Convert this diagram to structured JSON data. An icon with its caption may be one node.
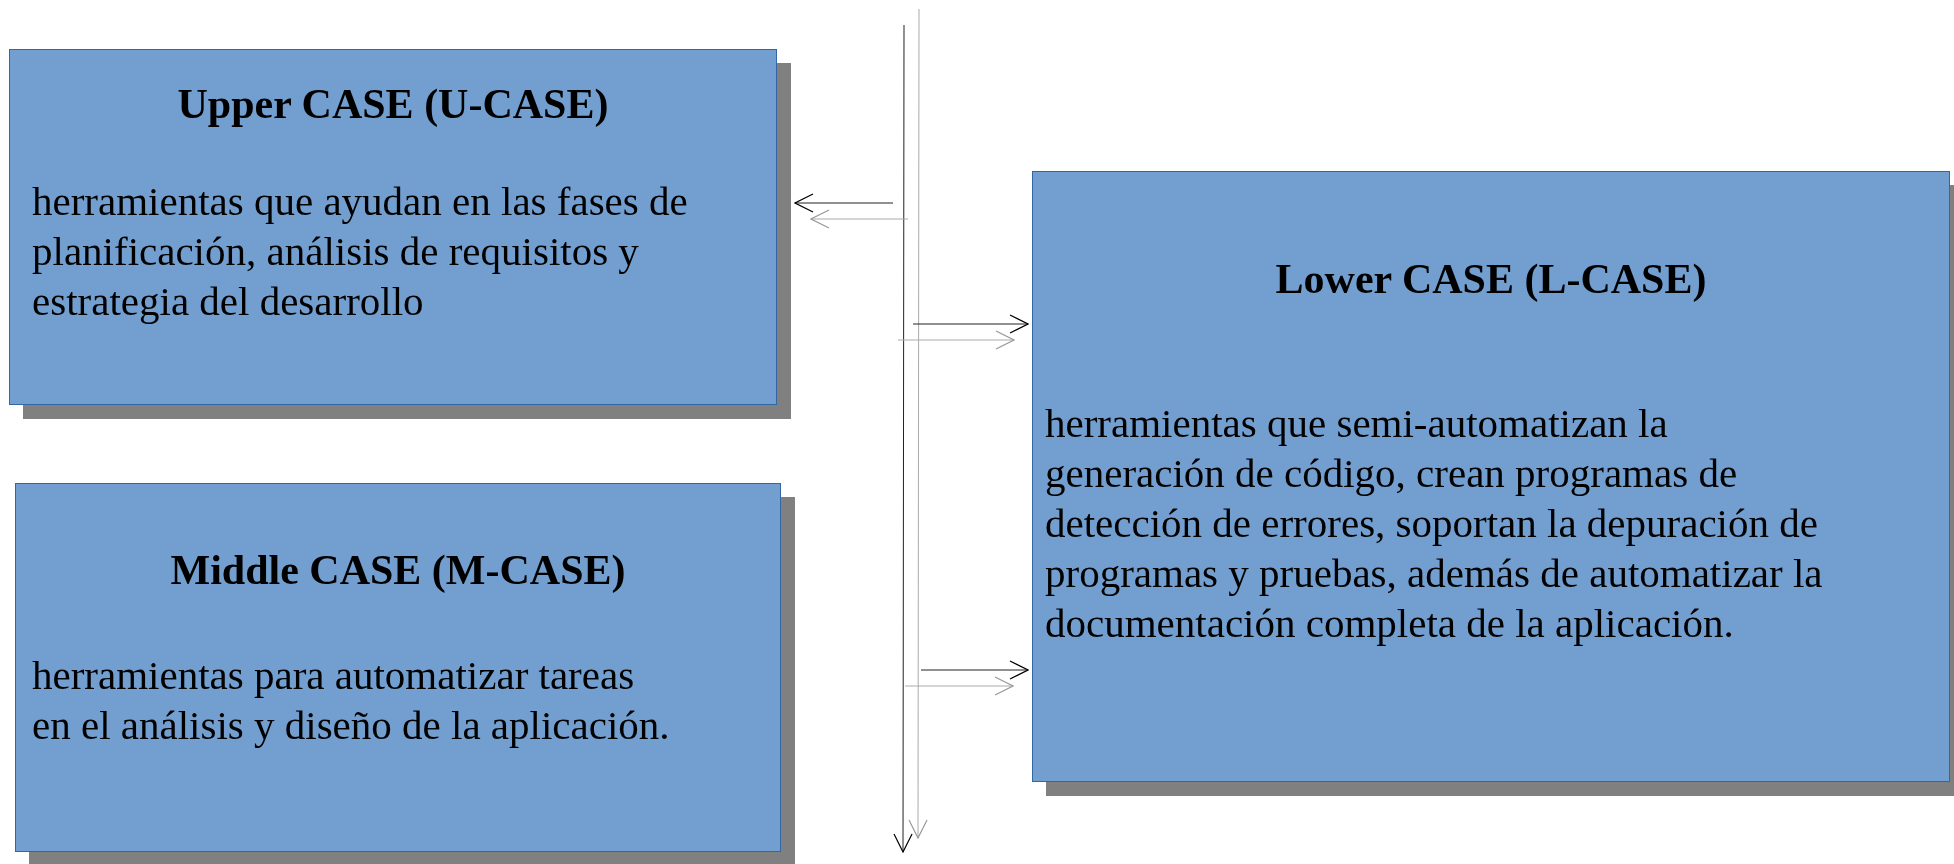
{
  "diagram": {
    "nodes": [
      {
        "text": [
          "Upper CASE (U-CASE)",
          "herramientas que ayudan en las fases de planificación, análisis de requisitos y estrategia del desarrollo"
        ]
      },
      {
        "text": [
          "Middle CASE (M-CASE)",
          "herramientas para automatizar tareas en el análisis y diseño de la aplicación."
        ]
      },
      {
        "text": [
          "Lower CASE (L-CASE)",
          "herramientas que semi-automatizan la generación de código, crean programas de detección de errores, soportan la depuración de programas y pruebas, además de automatizar la documentación completa de la aplicación."
        ]
      }
    ],
    "edges": [
      {
        "from": null,
        "to": 0,
        "arrow": "to",
        "color": "#222222"
      },
      {
        "from": null,
        "to": 2,
        "arrow": "to"
      },
      {
        "from": null,
        "to": 2,
        "arrow": "to"
      }
    ]
  }
}
